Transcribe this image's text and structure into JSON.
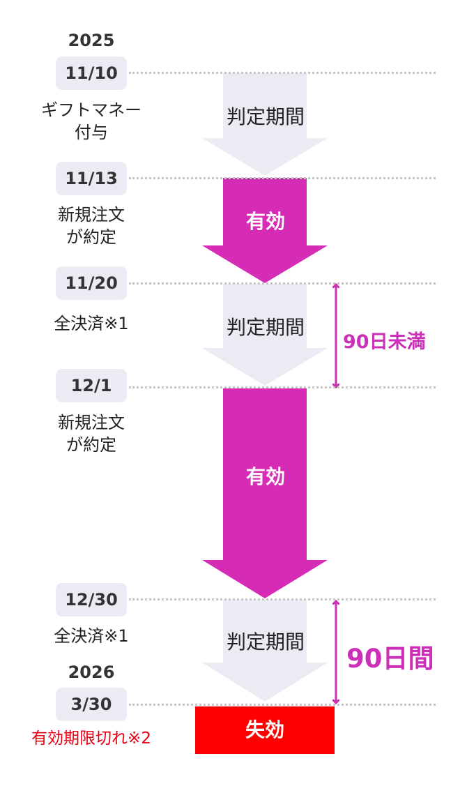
{
  "colors": {
    "judgement_arrow": "#ebebf3",
    "valid_arrow": "#d62bb5",
    "span_marker": "#cc2fb8",
    "expired_box": "#ff0000",
    "expired_text": "#e60012",
    "date_pill": "#ebebf3",
    "guide_line": "#c6c6c6"
  },
  "timeline": {
    "years": [
      "2025",
      "2026"
    ],
    "dates": [
      "11/10",
      "11/13",
      "11/20",
      "12/1",
      "12/30",
      "3/30"
    ],
    "events": {
      "gift_line1": "ギフトマネー",
      "gift_line2": "付与",
      "order1_line1": "新規注文",
      "order1_line2": "が約定",
      "settled1": "全決済※1",
      "order2_line1": "新規注文",
      "order2_line2": "が約定",
      "settled2": "全決済※1",
      "expiry": "有効期限切れ※2"
    }
  },
  "arrows": {
    "judgement_label": "判定期間",
    "valid_label": "有効",
    "expired_label": "失効"
  },
  "spans": {
    "under_90": "90日未満",
    "days_90": "90日間"
  }
}
